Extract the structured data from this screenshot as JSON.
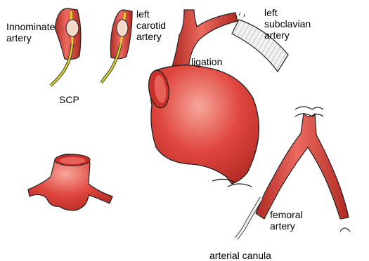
{
  "labels": {
    "innominate": "Innominate\nartery",
    "left_carotid": "left\ncarotid\nartery",
    "left_subclavian": "left\nsubclavian\nartery",
    "ligation": "ligation",
    "scp": "SCP",
    "femoral": "femoral\nartery",
    "arterial_canula": "arterial canula"
  },
  "colors": {
    "vessel": "#e0473f",
    "vessel_dark": "#a8261f",
    "highlight": "#f59a90",
    "catheter": "#d9d12e",
    "graft": "#eeeeee",
    "outline": "#222222"
  }
}
